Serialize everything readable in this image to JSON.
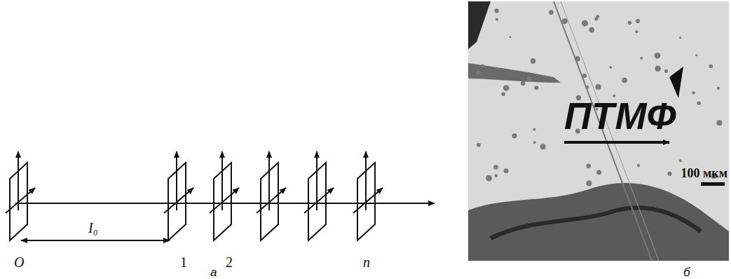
{
  "diagram": {
    "labels": [
      "O",
      "I₀",
      "1",
      "2",
      "n",
      "а",
      "б",
      "ПТМФ",
      "100 мкм"
    ]
  }
}
